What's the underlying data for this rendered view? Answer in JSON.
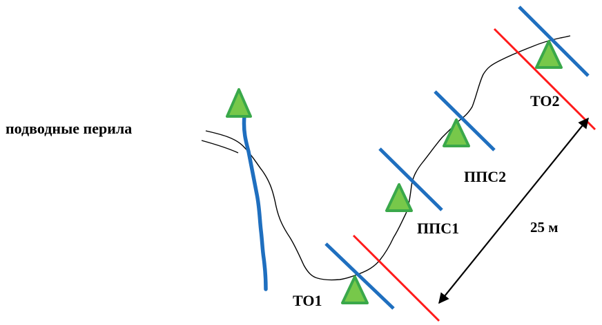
{
  "labels": {
    "underwater_rails": "подводные перила",
    "to1": "ТО1",
    "to2": "ТО2",
    "pps1": "ППС1",
    "pps2": "ППС2",
    "distance": "25 м"
  },
  "colors": {
    "triangle_fill": "#77c84a",
    "triangle_stroke": "#3aa84a",
    "blue_line": "#1f6fbf",
    "red_line": "#ff1a1a",
    "terrain_line": "#000000",
    "arrow": "#000000"
  },
  "icons": {
    "point_marker": "green-triangle-icon"
  }
}
